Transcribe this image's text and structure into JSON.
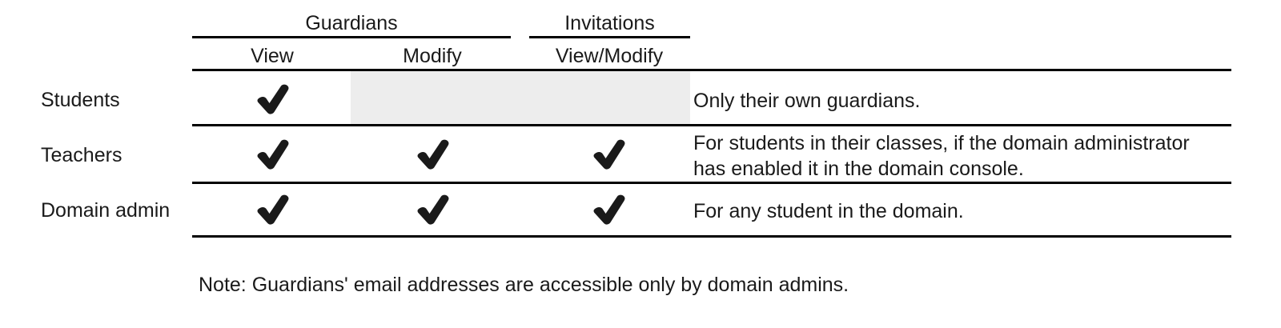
{
  "table": {
    "group_headers": [
      {
        "label": "Guardians",
        "spans": [
          "View",
          "Modify"
        ]
      },
      {
        "label": "Invitations",
        "spans": [
          "View/Modify"
        ]
      }
    ],
    "column_headers": [
      "View",
      "Modify",
      "View/Modify"
    ],
    "row_header_label": "",
    "rows": [
      {
        "label": "Students",
        "cells": [
          {
            "state": "check",
            "icon": "check-icon"
          },
          {
            "state": "blocked",
            "icon": ""
          },
          {
            "state": "blocked",
            "icon": ""
          }
        ],
        "description": "Only their own guardians.",
        "description_lines": [
          "Only their own guardians."
        ]
      },
      {
        "label": "Teachers",
        "cells": [
          {
            "state": "check",
            "icon": "check-icon"
          },
          {
            "state": "check",
            "icon": "check-icon"
          },
          {
            "state": "check",
            "icon": "check-icon"
          }
        ],
        "description": "For students in their classes, if the domain administrator has enabled it in the domain console.",
        "description_lines": [
          "For students in their classes, if the domain administrator",
          "has enabled it in the domain console."
        ]
      },
      {
        "label": "Domain admin",
        "cells": [
          {
            "state": "check",
            "icon": "check-icon"
          },
          {
            "state": "check",
            "icon": "check-icon"
          },
          {
            "state": "check",
            "icon": "check-icon"
          }
        ],
        "description": "For any student in the domain.",
        "description_lines": [
          "For any student in the domain."
        ]
      }
    ]
  },
  "note": "Note: Guardians' email addresses are accessible only by domain admins.",
  "colors": {
    "text": "#1a1a1a",
    "rule": "#000000",
    "blocked_cell": "#ededed",
    "background": "#ffffff"
  }
}
